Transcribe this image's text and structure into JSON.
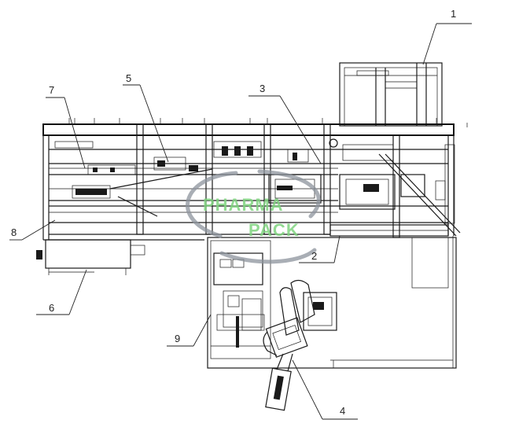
{
  "callouts": [
    {
      "id": "1",
      "label": "1"
    },
    {
      "id": "2",
      "label": "2"
    },
    {
      "id": "3",
      "label": "3"
    },
    {
      "id": "4",
      "label": "4"
    },
    {
      "id": "5",
      "label": "5"
    },
    {
      "id": "6",
      "label": "6"
    },
    {
      "id": "7",
      "label": "7"
    },
    {
      "id": "8",
      "label": "8"
    },
    {
      "id": "9",
      "label": "9"
    }
  ],
  "watermark": {
    "line1": "PHARMA",
    "line2": "PACK"
  }
}
